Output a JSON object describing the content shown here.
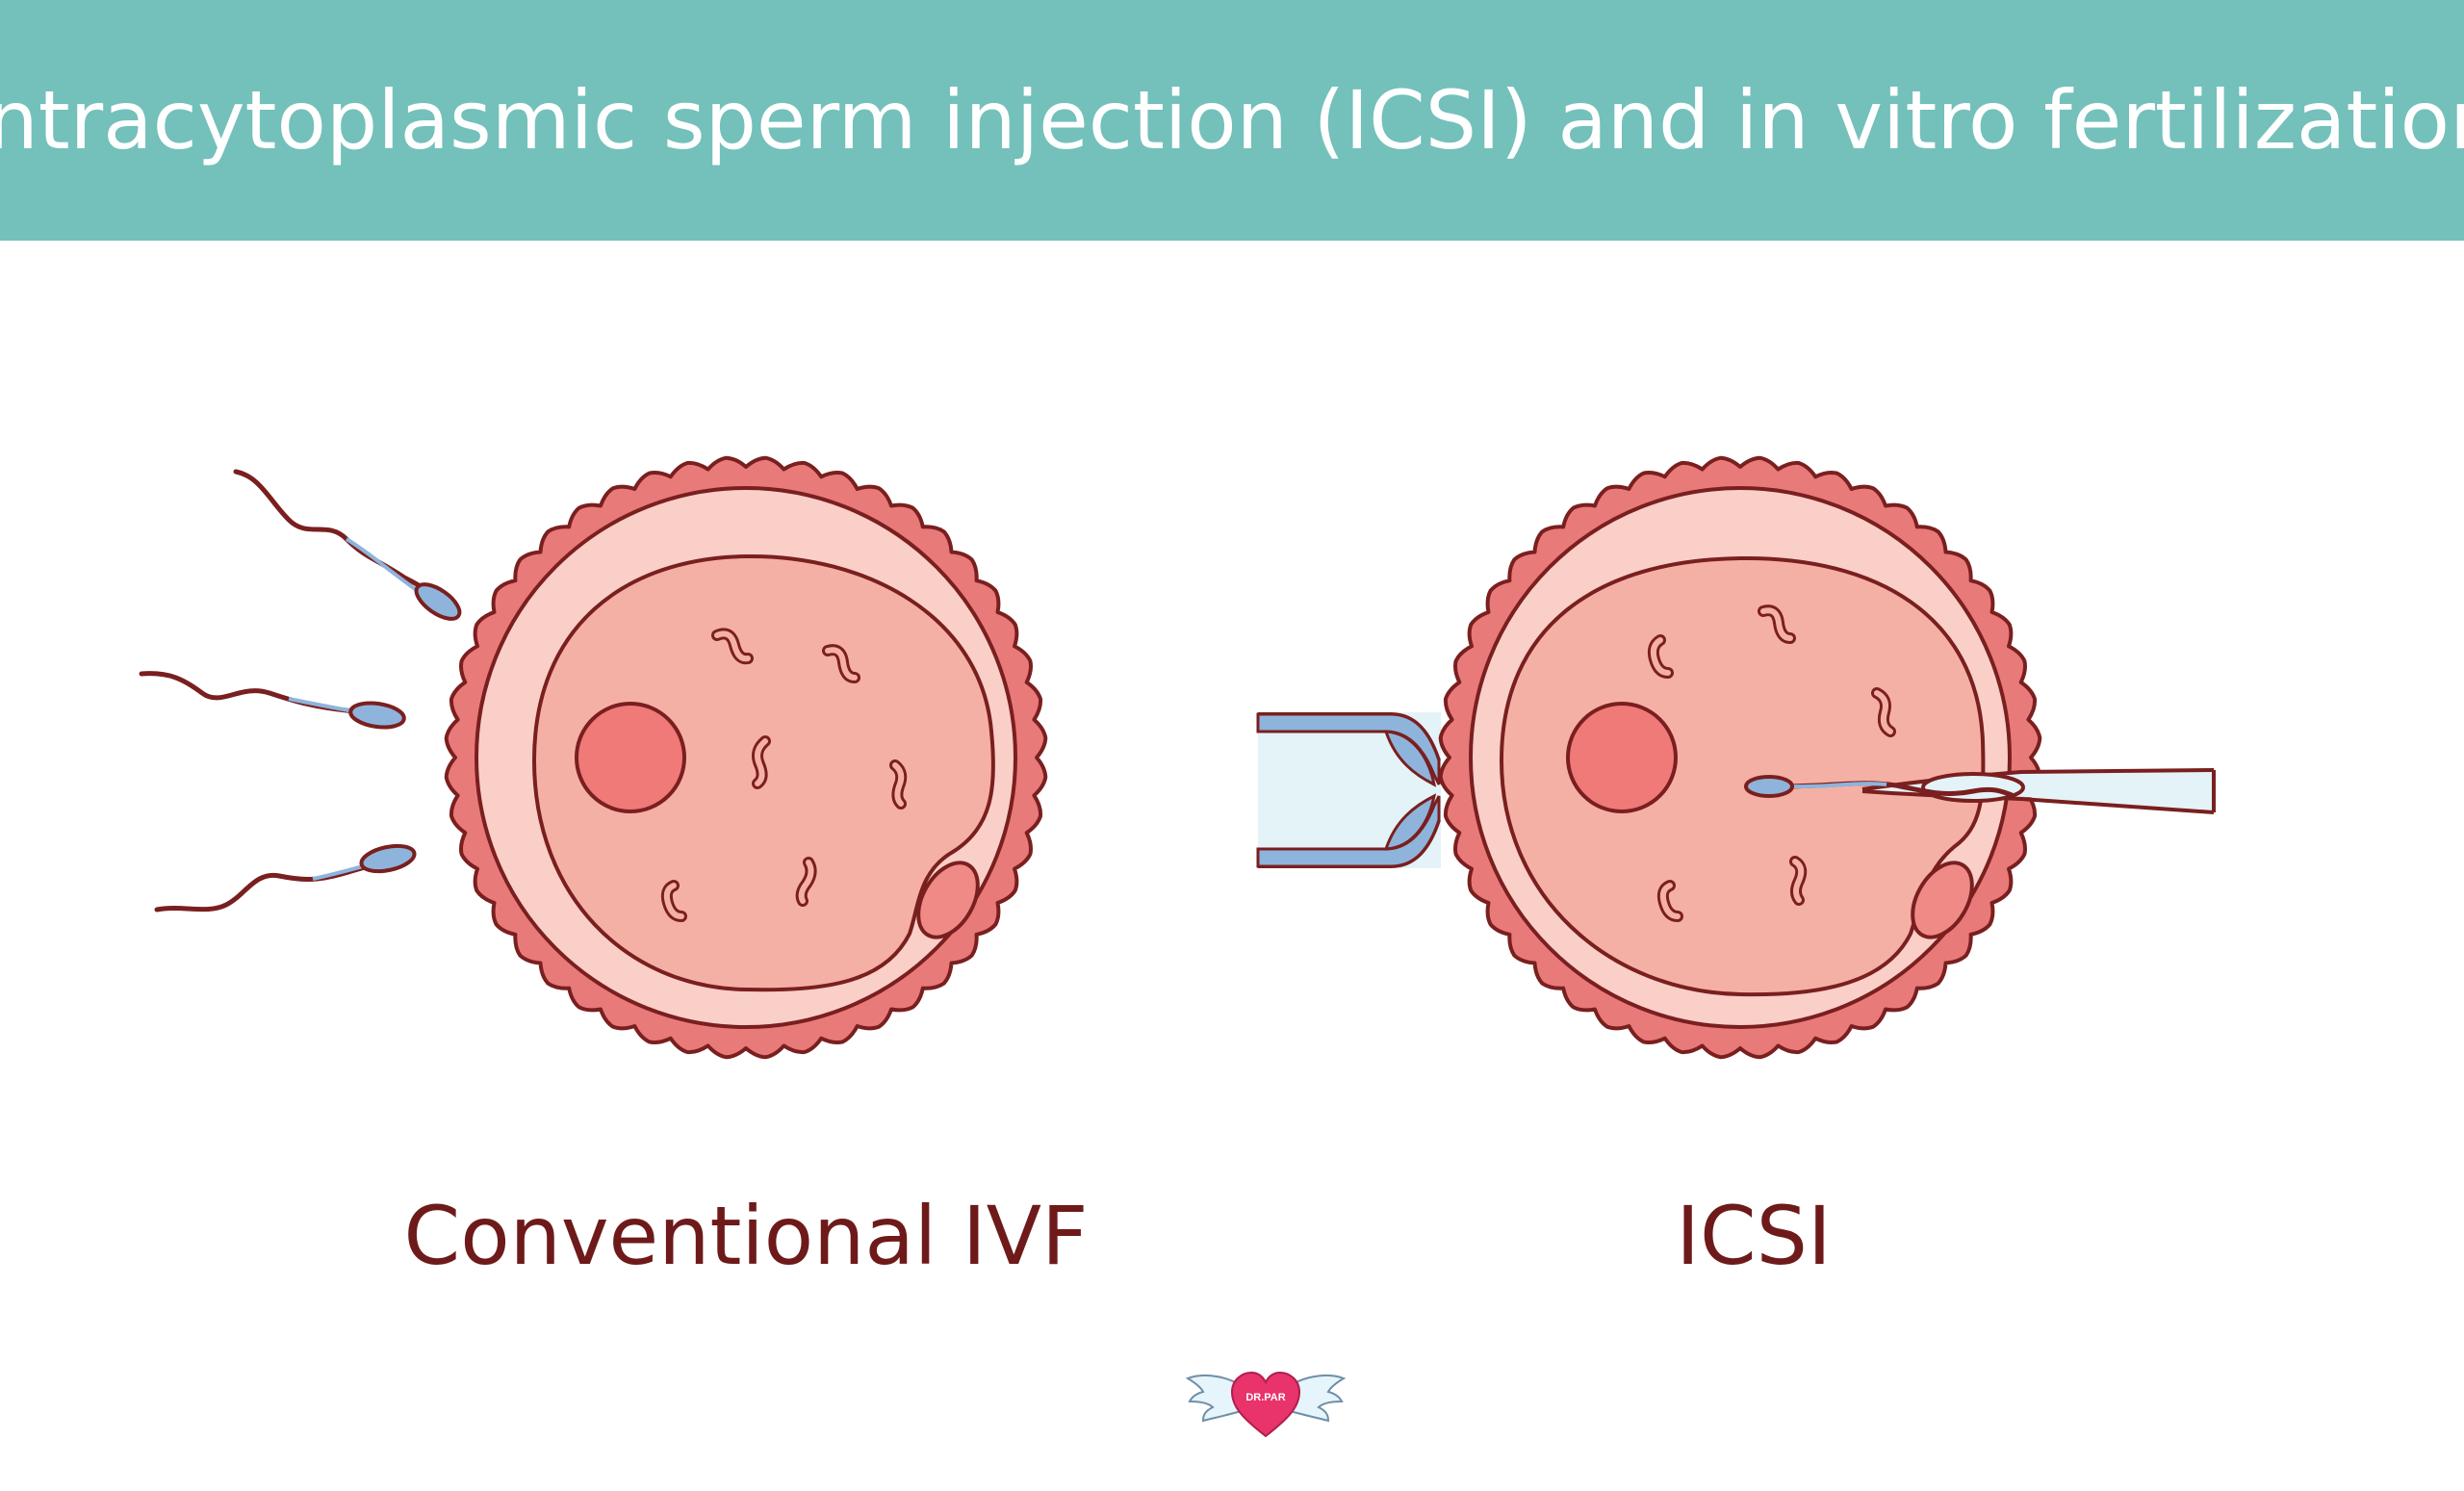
{
  "header": {
    "title": "Intracytoplasmic sperm injection (ICSI) and in vitro fertilization"
  },
  "panels": [
    {
      "label": "Conventional IVF"
    },
    {
      "label": "ICSI"
    }
  ],
  "logo": {
    "text": "DR.PAR"
  },
  "colors": {
    "banner": "#74c0bb",
    "label_text": "#6e1a1a",
    "egg_outer": "#e97a7a",
    "zona": "#f9cfc8",
    "cytoplasm": "#f5b0a6",
    "nucleus": "#f07a78",
    "outline": "#7a1f1f",
    "sperm": "#8eb4dc",
    "pipette": "#e3f3f8"
  }
}
